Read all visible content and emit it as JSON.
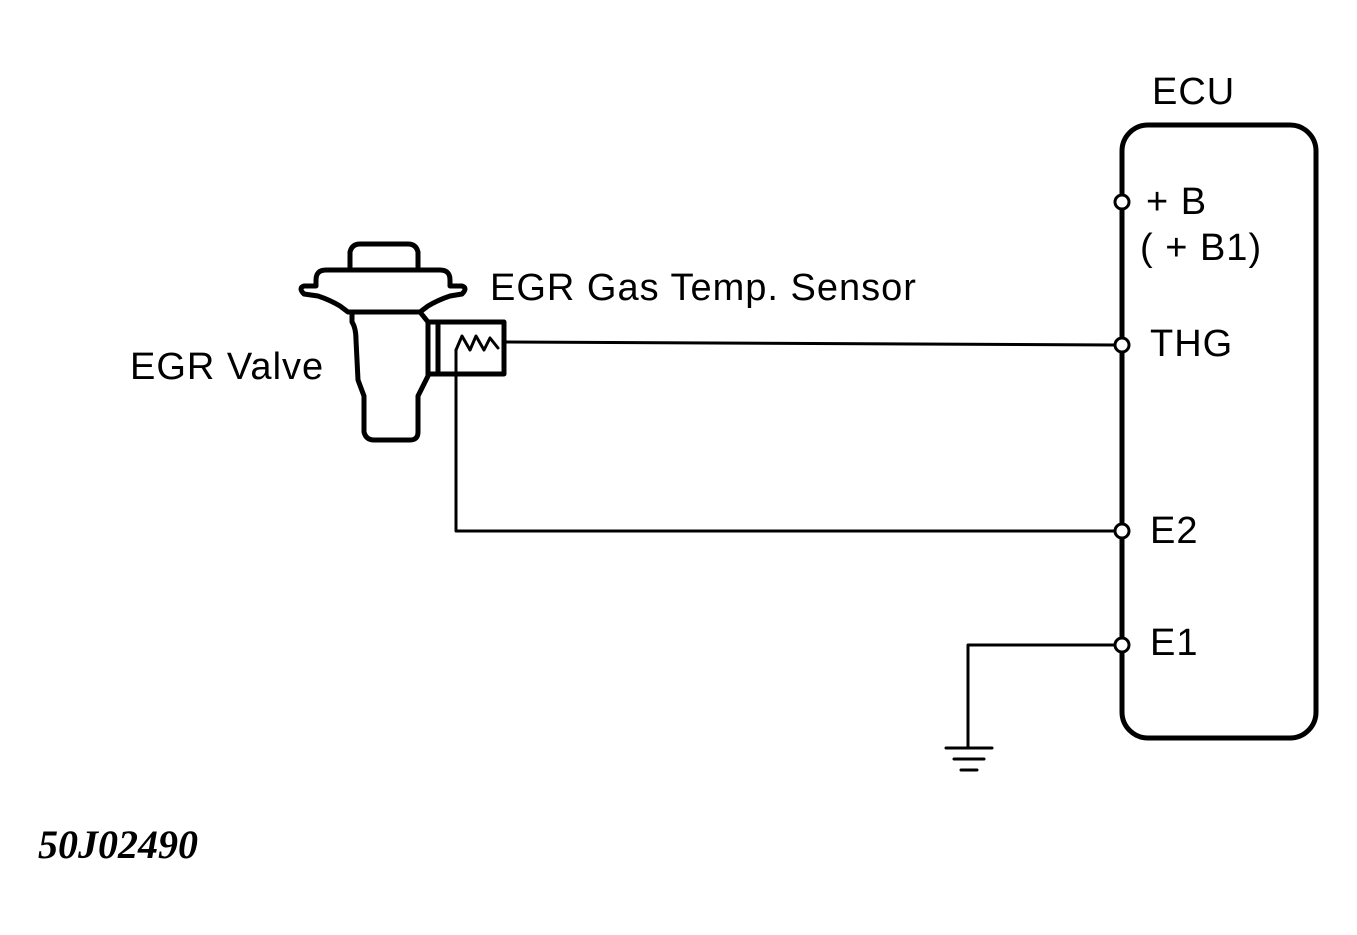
{
  "ecu": {
    "title": "ECU",
    "pins": {
      "b": "+ B",
      "b1": "( + B1)",
      "thg": "THG",
      "e2": "E2",
      "e1": "E1"
    }
  },
  "components": {
    "egr_valve": "EGR Valve",
    "egr_sensor": "EGR Gas Temp. Sensor"
  },
  "figure_code": "50J02490"
}
